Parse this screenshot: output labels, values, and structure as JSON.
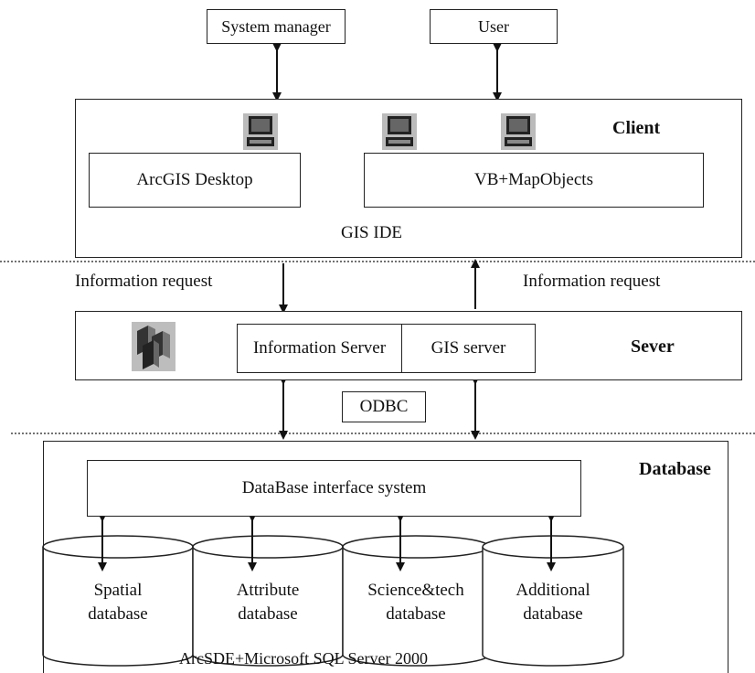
{
  "actors": {
    "system_manager": "System manager",
    "user": "User"
  },
  "client": {
    "title": "Client",
    "arcgis_desktop": "ArcGIS Desktop",
    "vb_mapobjects": "VB+MapObjects",
    "ide_label": "GIS IDE"
  },
  "requests": {
    "left": "Information request",
    "right": "Information request"
  },
  "server": {
    "title": "Sever",
    "information_server": "Information Server",
    "gis_server": "GIS server",
    "odbc": "ODBC"
  },
  "database": {
    "title": "Database",
    "interface": "DataBase interface system",
    "cylinders": [
      {
        "line1": "Spatial",
        "line2": "database"
      },
      {
        "line1": "Attribute",
        "line2": "database"
      },
      {
        "line1": "Science&tech",
        "line2": "database"
      },
      {
        "line1": "Additional",
        "line2": "database"
      }
    ],
    "footer": "ArcSDE+Microsoft SQL Server 2000"
  },
  "icons": [
    "computer-icon",
    "computer-icon",
    "computer-icon",
    "server-cluster-icon"
  ]
}
